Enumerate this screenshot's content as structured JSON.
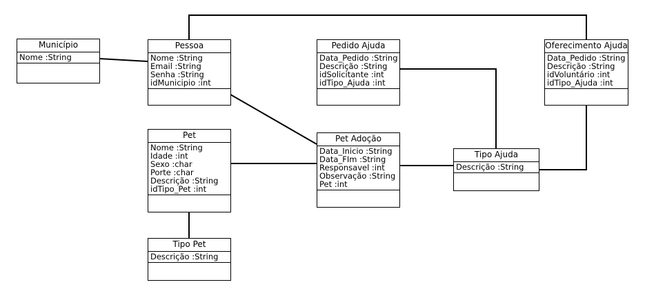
{
  "diagram": {
    "classes": {
      "municipio": {
        "name": "Município",
        "attributes": [
          "Nome :String"
        ]
      },
      "pessoa": {
        "name": "Pessoa",
        "attributes": [
          "Nome :String",
          "Email :String",
          "Senha :String",
          "idMunicipio :int"
        ]
      },
      "pedido_ajuda": {
        "name": "Pedido Ajuda",
        "attributes": [
          "Data_Pedido :String",
          "Descrição :String",
          "idSolicitante :int",
          "idTipo_Ajuda :int"
        ]
      },
      "oferecimento_ajuda": {
        "name": "Oferecimento Ajuda",
        "attributes": [
          "Data_Pedido :String",
          "Descrição :String",
          "idVoluntário :int",
          "idTipo_Ajuda :int"
        ]
      },
      "pet": {
        "name": "Pet",
        "attributes": [
          "Nome :String",
          "Idade :int",
          "Sexo :char",
          "Porte :char",
          "Descrição :String",
          "idTipo_Pet :int"
        ]
      },
      "pet_adocao": {
        "name": "Pet Adoção",
        "attributes": [
          "Data_Inicio :String",
          "Data_FIm :String",
          "Responsavel :int",
          "Observação :String",
          "Pet :int"
        ]
      },
      "tipo_ajuda": {
        "name": "Tipo Ajuda",
        "attributes": [
          "Descrição :String"
        ]
      },
      "tipo_pet": {
        "name": "Tipo Pet",
        "attributes": [
          "Descrição :String"
        ]
      }
    }
  }
}
